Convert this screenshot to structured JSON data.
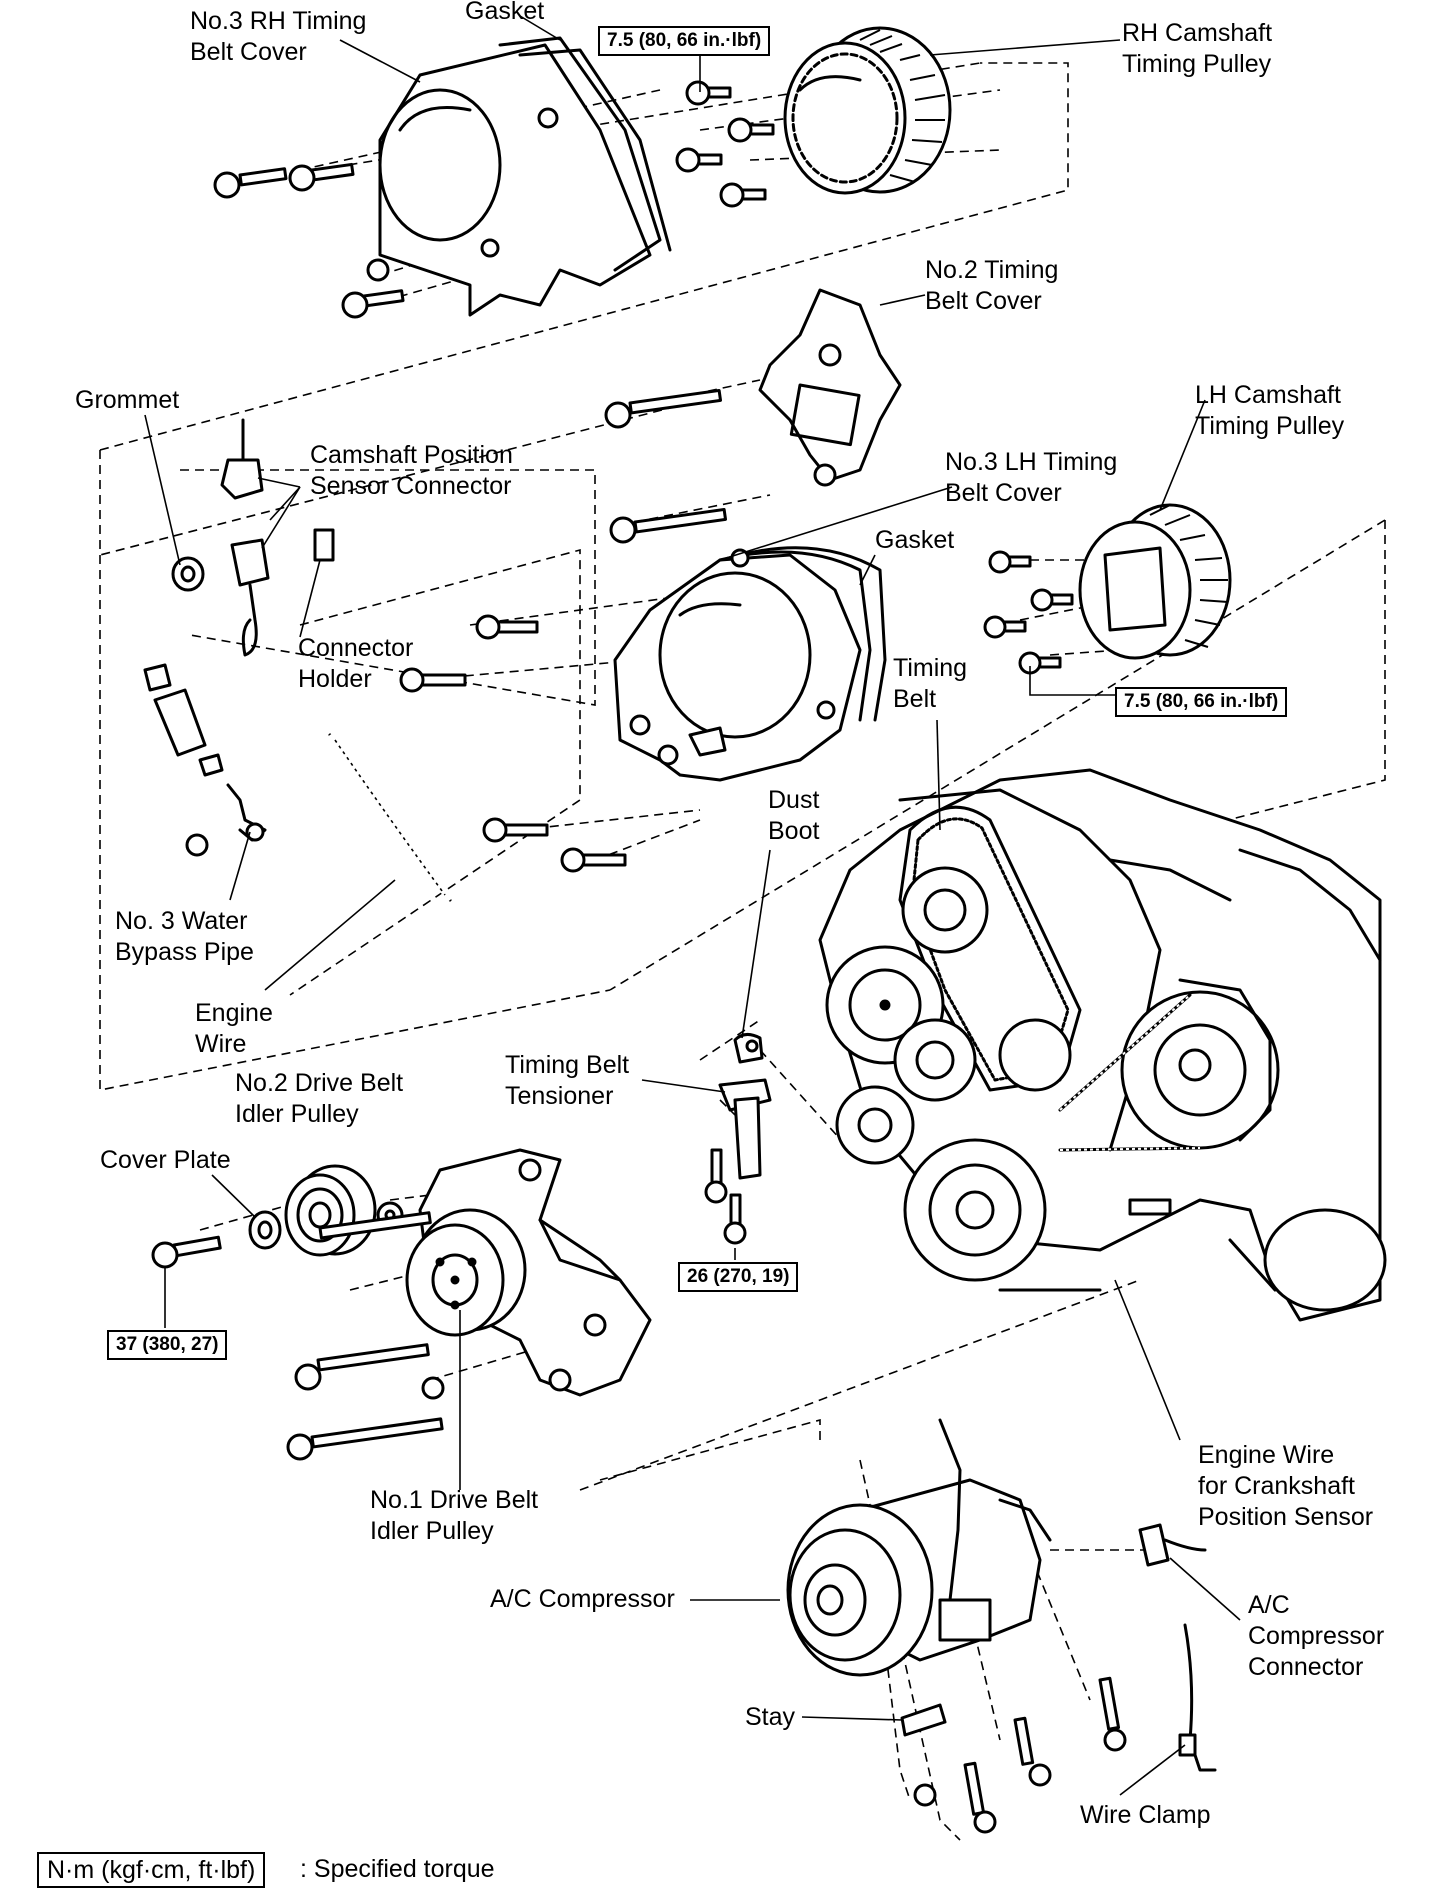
{
  "labels": {
    "rh_cover": [
      "No.3 RH Timing",
      "Belt Cover"
    ],
    "gasket_top": "Gasket",
    "rh_pulley": [
      "RH Camshaft",
      "Timing Pulley"
    ],
    "no2_cover": [
      "No.2 Timing",
      "Belt Cover"
    ],
    "grommet": "Grommet",
    "cam_sensor_conn": [
      "Camshaft Position",
      "Sensor Connector"
    ],
    "lh_pulley": [
      "LH Camshaft",
      "Timing Pulley"
    ],
    "lh_cover": [
      "No.3 LH Timing",
      "Belt Cover"
    ],
    "gasket_mid": "Gasket",
    "connector_holder": [
      "Connector",
      "Holder"
    ],
    "timing_belt": [
      "Timing",
      "Belt"
    ],
    "dust_boot": [
      "Dust",
      "Boot"
    ],
    "water_pipe": [
      "No. 3 Water",
      "Bypass Pipe"
    ],
    "engine_wire": [
      "Engine",
      "Wire"
    ],
    "no2_idler": [
      "No.2 Drive Belt",
      "Idler Pulley"
    ],
    "tensioner": [
      "Timing Belt",
      "Tensioner"
    ],
    "cover_plate": "Cover Plate",
    "no1_idler": [
      "No.1 Drive Belt",
      "Idler Pulley"
    ],
    "engine_wire_crank": [
      "Engine Wire",
      "for Crankshaft",
      "Position Sensor"
    ],
    "ac_compressor": "A/C Compressor",
    "ac_connector": [
      "A/C",
      "Compressor",
      "Connector"
    ],
    "stay": "Stay",
    "wire_clamp": "Wire Clamp"
  },
  "torques": {
    "rh_pulley_bolt": "7.5 (80, 66 in.·lbf)",
    "lh_pulley_bolt": "7.5 (80, 66 in.·lbf)",
    "tensioner_bolt": "26 (270, 19)",
    "cover_plate_bolt": "37 (380, 27)"
  },
  "legend": {
    "unit_box": "N·m (kgf·cm, ft·lbf)",
    "text": ": Specified torque"
  }
}
